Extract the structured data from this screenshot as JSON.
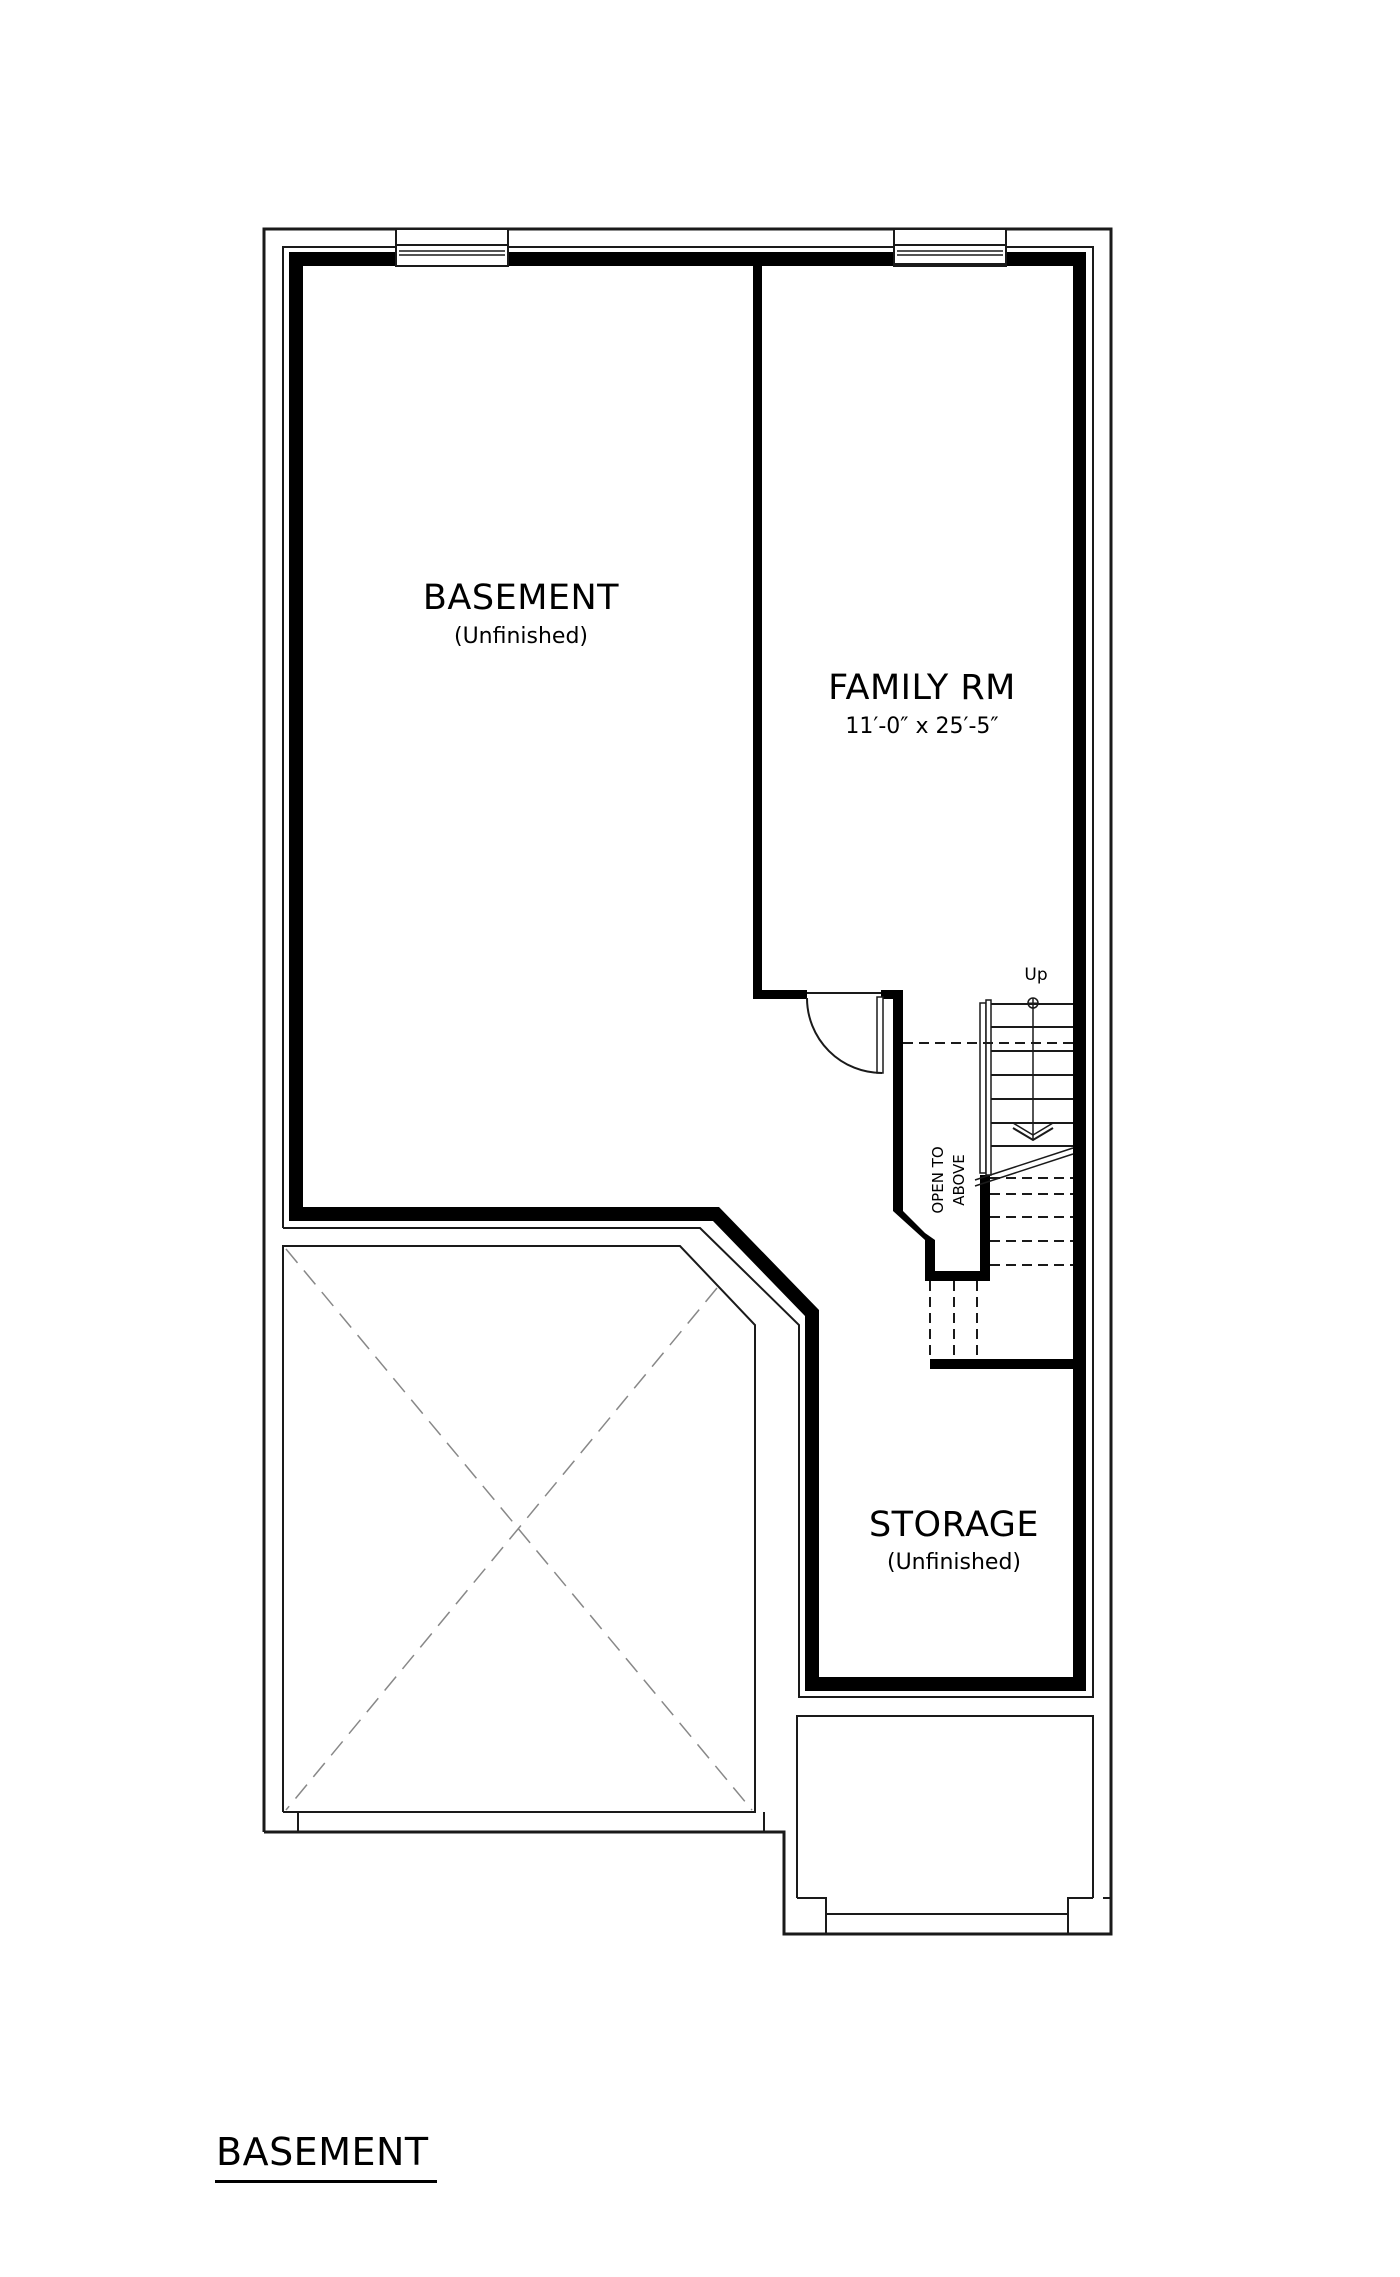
{
  "plan": {
    "title": "BASEMENT",
    "rooms": [
      {
        "name": "BASEMENT",
        "note": "(Unfinished)"
      },
      {
        "name": "FAMILY RM",
        "note": "11′-0″ x 25′-5″"
      },
      {
        "name": "STORAGE",
        "note": "(Unfinished)"
      }
    ],
    "stair": {
      "direction_label": "Up",
      "open_label_line1": "OPEN TO",
      "open_label_line2": "ABOVE"
    }
  },
  "colors": {
    "wall": "#000000",
    "line": "#1a1a1a",
    "dashed": "#888888",
    "background": "#ffffff"
  }
}
